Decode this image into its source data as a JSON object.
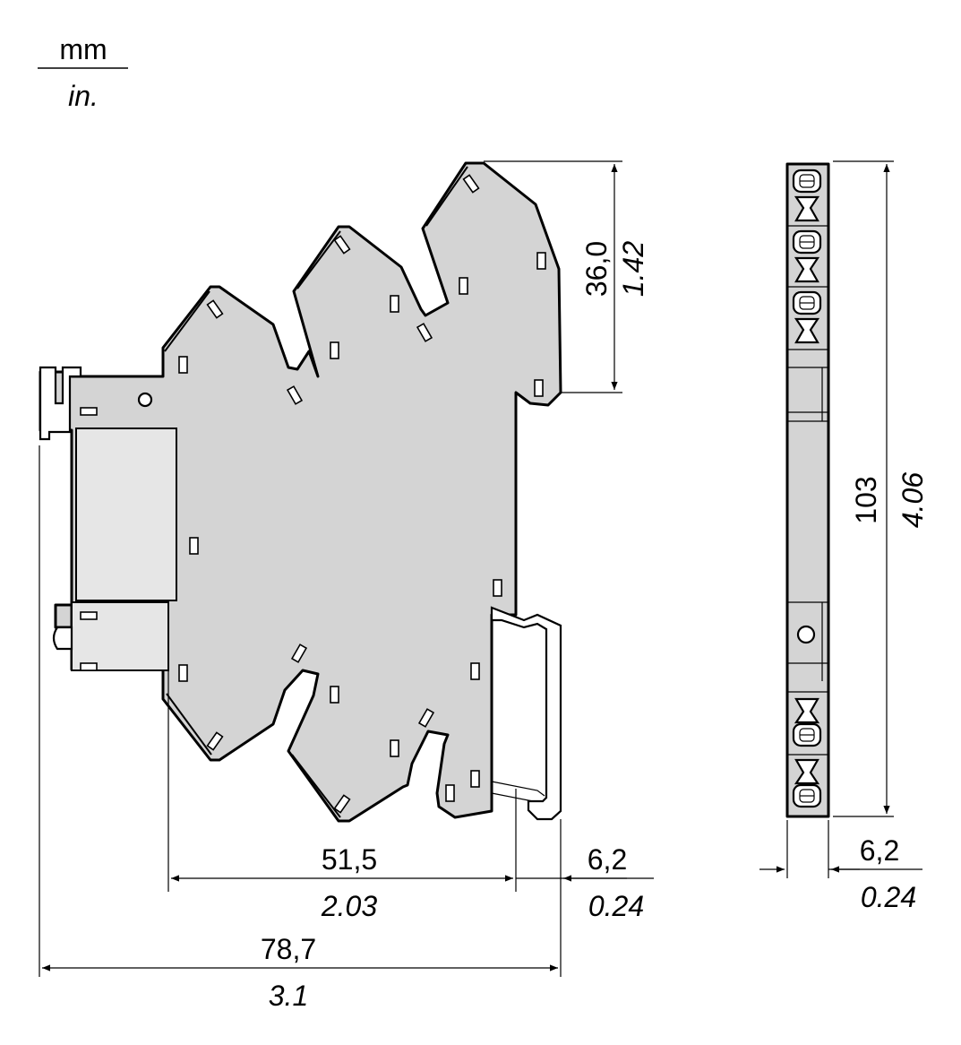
{
  "units": {
    "primary": "mm",
    "secondary": "in."
  },
  "dimensions": {
    "height_terminal": {
      "mm": "36,0",
      "in": "1.42"
    },
    "total_height": {
      "mm": "103",
      "in": "4.06"
    },
    "depth_body": {
      "mm": "51,5",
      "in": "2.03"
    },
    "depth_rail": {
      "mm": "6,2",
      "in": "0.24"
    },
    "total_depth": {
      "mm": "78,7",
      "in": "3.1"
    },
    "width": {
      "mm": "6,2",
      "in": "0.24"
    }
  },
  "colors": {
    "housing": "#d4d4d4",
    "line": "#000000",
    "background": "#ffffff"
  }
}
